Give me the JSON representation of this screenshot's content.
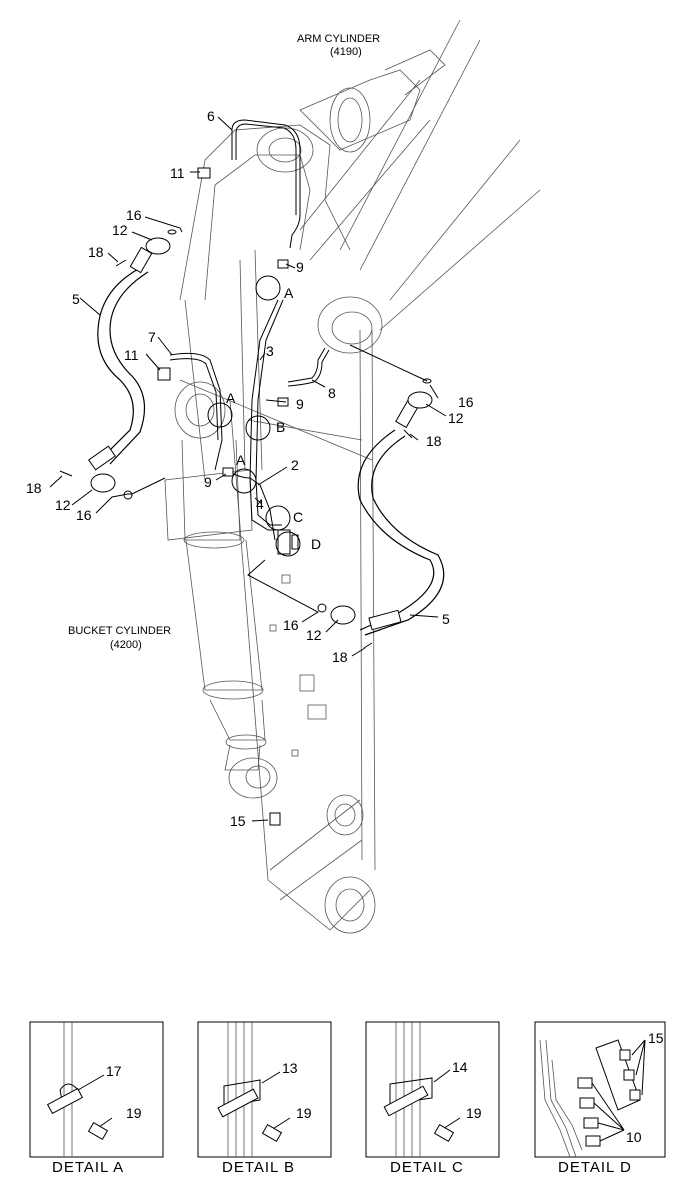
{
  "captions": {
    "arm_cylinder": "ARM CYLINDER",
    "arm_cylinder_no": "(4190)",
    "bucket_cylinder": "BUCKET CYLINDER",
    "bucket_cylinder_no": "(4200)"
  },
  "part_numbers": [
    "2",
    "3",
    "4",
    "5",
    "6",
    "7",
    "8",
    "9",
    "10",
    "11",
    "12",
    "13",
    "14",
    "15",
    "16",
    "17",
    "18",
    "19"
  ],
  "detail_markers": [
    "A",
    "B",
    "C",
    "D"
  ],
  "details": [
    {
      "title": "DETAIL  A",
      "parts": [
        "17",
        "19"
      ]
    },
    {
      "title": "DETAIL  B",
      "parts": [
        "13",
        "19"
      ]
    },
    {
      "title": "DETAIL  C",
      "parts": [
        "14",
        "19"
      ]
    },
    {
      "title": "DETAIL  D",
      "parts": [
        "15",
        "10"
      ]
    }
  ]
}
